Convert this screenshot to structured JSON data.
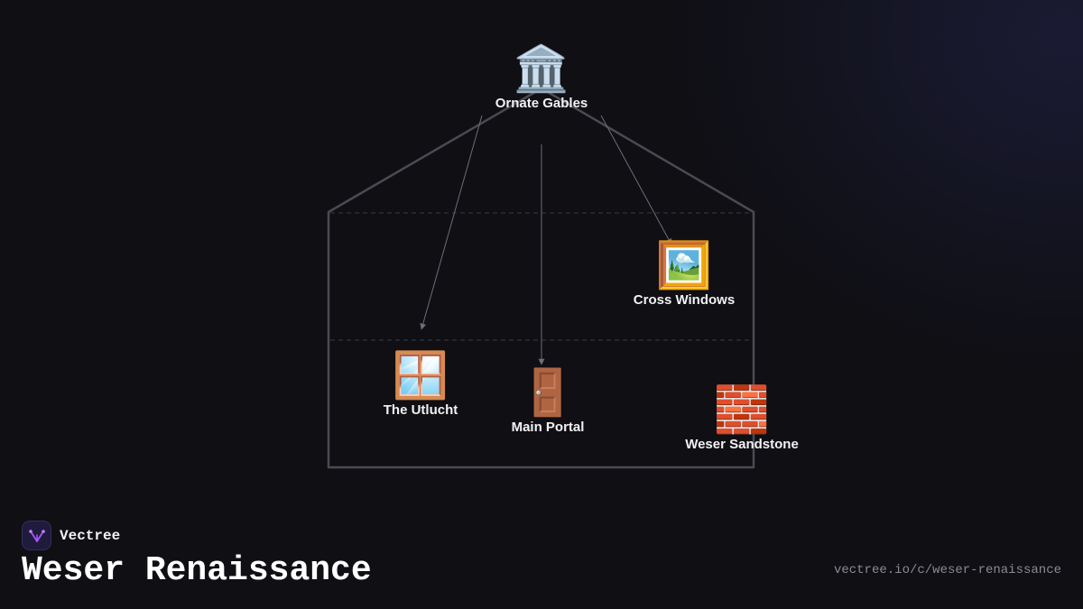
{
  "brand": {
    "name": "Vectree",
    "logo_icon": "tree-branch-icon",
    "logo_color": "#a855f7"
  },
  "page": {
    "title": "Weser Renaissance",
    "url": "vectree.io/c/weser-renaissance"
  },
  "colors": {
    "background": "#0f0f14",
    "outline": "#4a4a52",
    "guide": "#3a3a42",
    "arrow": "#6e6e78",
    "label": "#f2f2f4"
  },
  "nodes": {
    "ornate_gables": {
      "label": "Ornate Gables",
      "icon": "🏛️",
      "icon_name": "classical-building-icon"
    },
    "cross_windows": {
      "label": "Cross Windows",
      "icon": "🖼️",
      "icon_name": "framed-picture-icon"
    },
    "utlucht": {
      "label": "The Utlucht",
      "icon": "🪟",
      "icon_name": "window-icon"
    },
    "main_portal": {
      "label": "Main Portal",
      "icon": "🚪",
      "icon_name": "door-icon"
    },
    "weser_sandstone": {
      "label": "Weser Sandstone",
      "icon": "🧱",
      "icon_name": "brick-icon"
    }
  },
  "edges": [
    {
      "from": "ornate_gables",
      "to": "utlucht"
    },
    {
      "from": "ornate_gables",
      "to": "main_portal"
    },
    {
      "from": "ornate_gables",
      "to": "cross_windows"
    }
  ]
}
